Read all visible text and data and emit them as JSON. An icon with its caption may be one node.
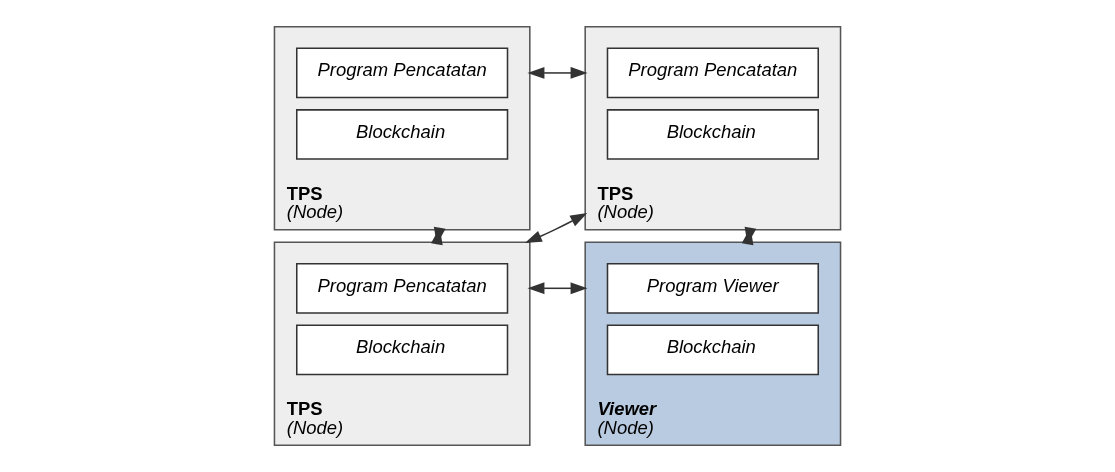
{
  "diagram": {
    "nodes": [
      {
        "text": [
          "TPS",
          "(Node)"
        ]
      },
      {
        "text": [
          "Program Pencatatan"
        ],
        "in": 0
      },
      {
        "text": [
          "Blockchain"
        ],
        "in": 0
      },
      {
        "text": [
          "TPS",
          "(Node)"
        ]
      },
      {
        "text": [
          "Program Pencatatan"
        ],
        "in": 3
      },
      {
        "text": [
          "Blockchain"
        ],
        "in": 3
      },
      {
        "text": [
          "TPS",
          "(Node)"
        ]
      },
      {
        "text": [
          "Program Pencatatan"
        ],
        "in": 6
      },
      {
        "text": [
          "Blockchain"
        ],
        "in": 6
      },
      {
        "text": [
          "Viewer",
          "(Node)"
        ]
      },
      {
        "text": [
          "Program Viewer"
        ],
        "in": 9
      },
      {
        "text": [
          "Blockchain"
        ],
        "in": 9
      }
    ],
    "edges": [
      {
        "from": 0,
        "to": 3,
        "arrow": "both"
      },
      {
        "from": 0,
        "to": 6,
        "arrow": "both"
      },
      {
        "from": 3,
        "to": 6,
        "arrow": "both"
      },
      {
        "from": 3,
        "to": 9,
        "arrow": "both"
      },
      {
        "from": 6,
        "to": 9,
        "arrow": "both"
      }
    ]
  }
}
